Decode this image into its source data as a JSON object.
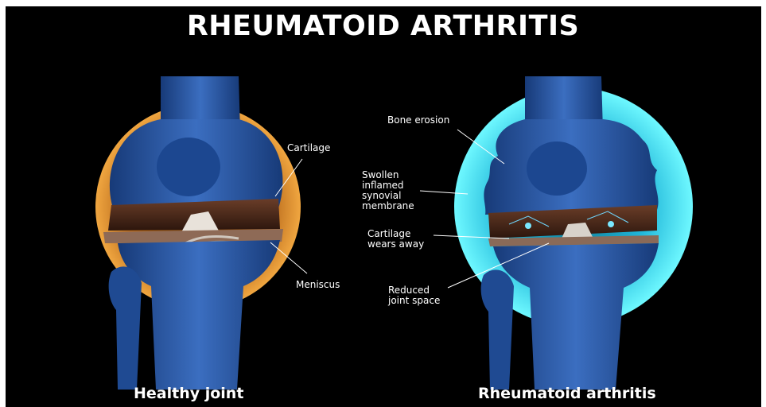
{
  "title": "RHEUMATOID ARTHRITIS",
  "colors": {
    "background": "#000000",
    "bone_blue": "#2c5ba4",
    "cartilage_brown": "#4a2a1c",
    "healthy_glow": "#e0952a",
    "inflamed_glow": "#37e6f5",
    "text": "#ffffff"
  },
  "healthy": {
    "caption": "Healthy joint",
    "labels": {
      "cartilage": "Cartilage",
      "meniscus": "Meniscus"
    }
  },
  "ra": {
    "caption": "Rheumatoid arthritis",
    "labels": {
      "bone_erosion": "Bone erosion",
      "synovial": "Swollen\ninflamed\nsynovial\nmembrane",
      "cartilage_wear": "Cartilage\nwears away",
      "reduced_space": "Reduced\njoint space"
    }
  }
}
